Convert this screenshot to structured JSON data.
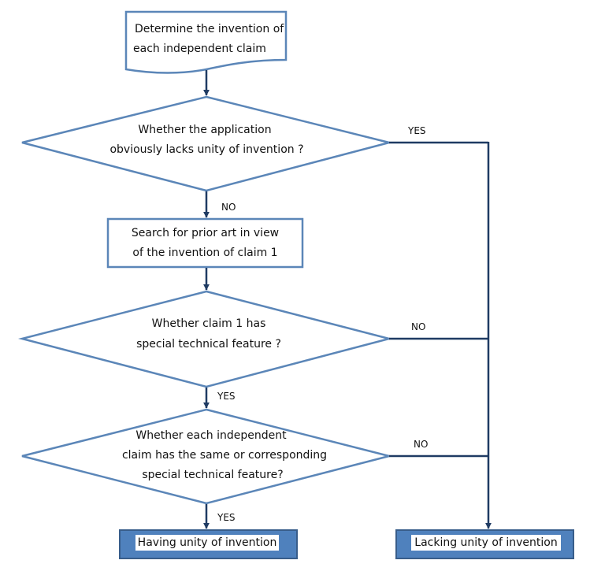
{
  "nodes": {
    "start": {
      "line1": "Determine the invention of",
      "line2": "each independent claim"
    },
    "decision1": {
      "line1": "Whether the application",
      "line2": "obviously lacks unity of invention ?"
    },
    "search": {
      "line1": "Search for prior art in view",
      "line2": "of the invention of claim 1"
    },
    "decision2": {
      "line1": "Whether claim 1 has",
      "line2": "special technical feature ?"
    },
    "decision3": {
      "line1": "Whether each independent",
      "line2": "claim has the same or corresponding",
      "line3": "special technical feature?"
    },
    "result_unity": {
      "label": "Having unity of invention"
    },
    "result_lacking": {
      "label": "Lacking unity of invention"
    }
  },
  "edges": {
    "d1_yes": "YES",
    "d1_no": "NO",
    "d2_no": "NO",
    "d2_yes": "YES",
    "d3_no": "NO",
    "d3_yes": "YES"
  },
  "colors": {
    "shape_stroke": "#5b86b8",
    "connector": "#1f3b63",
    "result_fill": "#4f81bd",
    "result_stroke": "#385d8a"
  }
}
